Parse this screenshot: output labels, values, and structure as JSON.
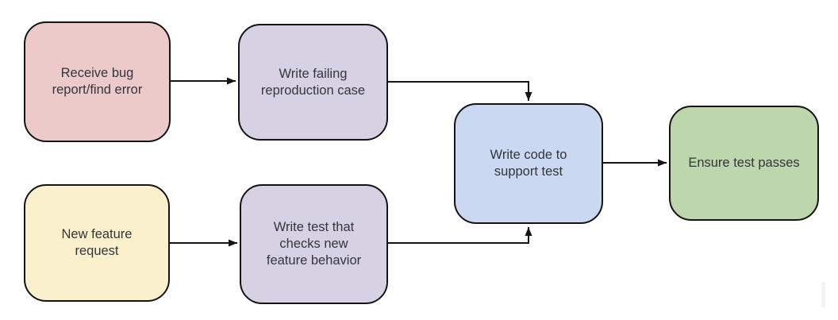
{
  "diagram": {
    "type": "flowchart",
    "background_color": "#ffffff",
    "line_color": "#141414",
    "text_color": "#33363b",
    "nodes": [
      {
        "id": "receive-bug-report",
        "label": "Receive bug report/find error",
        "lines": [
          "Receive bug",
          "report/find error"
        ],
        "fill": "#eccaca"
      },
      {
        "id": "write-failing-reproduction-case",
        "label": "Write failing reproduction case",
        "lines": [
          "Write failing",
          "reproduction case"
        ],
        "fill": "#d6d2e4"
      },
      {
        "id": "new-feature-request",
        "label": "New feature request",
        "lines": [
          "New feature",
          "request"
        ],
        "fill": "#faf0cb"
      },
      {
        "id": "write-test-checks-new-feature-behavior",
        "label": "Write test that checks new feature behavior",
        "lines": [
          "Write test that",
          "checks new",
          "feature behavior"
        ],
        "fill": "#d6d2e4"
      },
      {
        "id": "write-code-to-support-test",
        "label": "Write code to support test",
        "lines": [
          "Write code to",
          "support test"
        ],
        "fill": "#cad9f1"
      },
      {
        "id": "ensure-test-passes",
        "label": "Ensure test passes",
        "lines": [
          "Ensure test passes"
        ],
        "fill": "#bdd6ac"
      }
    ],
    "edges": [
      {
        "from": "receive-bug-report",
        "to": "write-failing-reproduction-case",
        "route": "straight-right"
      },
      {
        "from": "write-failing-reproduction-case",
        "to": "write-code-to-support-test",
        "route": "right-then-down-into-top"
      },
      {
        "from": "new-feature-request",
        "to": "write-test-checks-new-feature-behavior",
        "route": "straight-right"
      },
      {
        "from": "write-test-checks-new-feature-behavior",
        "to": "write-code-to-support-test",
        "route": "right-then-up-into-bottom"
      },
      {
        "from": "write-code-to-support-test",
        "to": "ensure-test-passes",
        "route": "straight-right"
      }
    ]
  }
}
